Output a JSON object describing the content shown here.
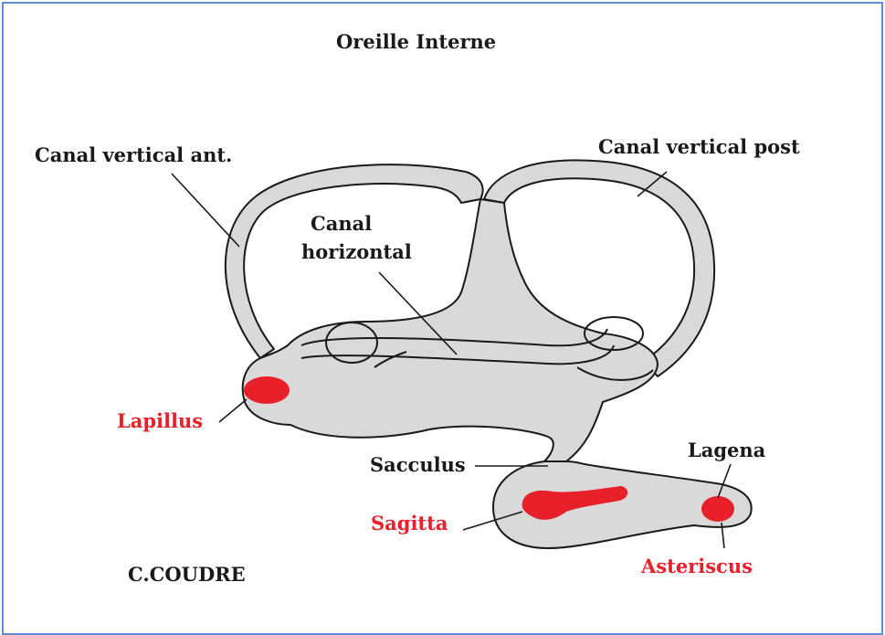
{
  "title": "Oreille Interne",
  "labels": {
    "canal_vertical_ant": "Canal vertical ant.",
    "canal_vertical_post": "Canal vertical post",
    "canal_horizontal_line1": "Canal",
    "canal_horizontal_line2": "horizontal",
    "lapillus": "Lapillus",
    "sacculus": "Sacculus",
    "lagena": "Lagena",
    "sagitta": "Sagitta",
    "asteriscus": "Asteriscus",
    "author": "C.COUDRE"
  },
  "colors": {
    "frame_border": "#5b8ed6",
    "organ_fill": "#d9d9d9",
    "outline": "#1a1a1a",
    "otolith": "#e8202a",
    "label_black": "#1a1a1a",
    "label_red": "#e8202a"
  }
}
